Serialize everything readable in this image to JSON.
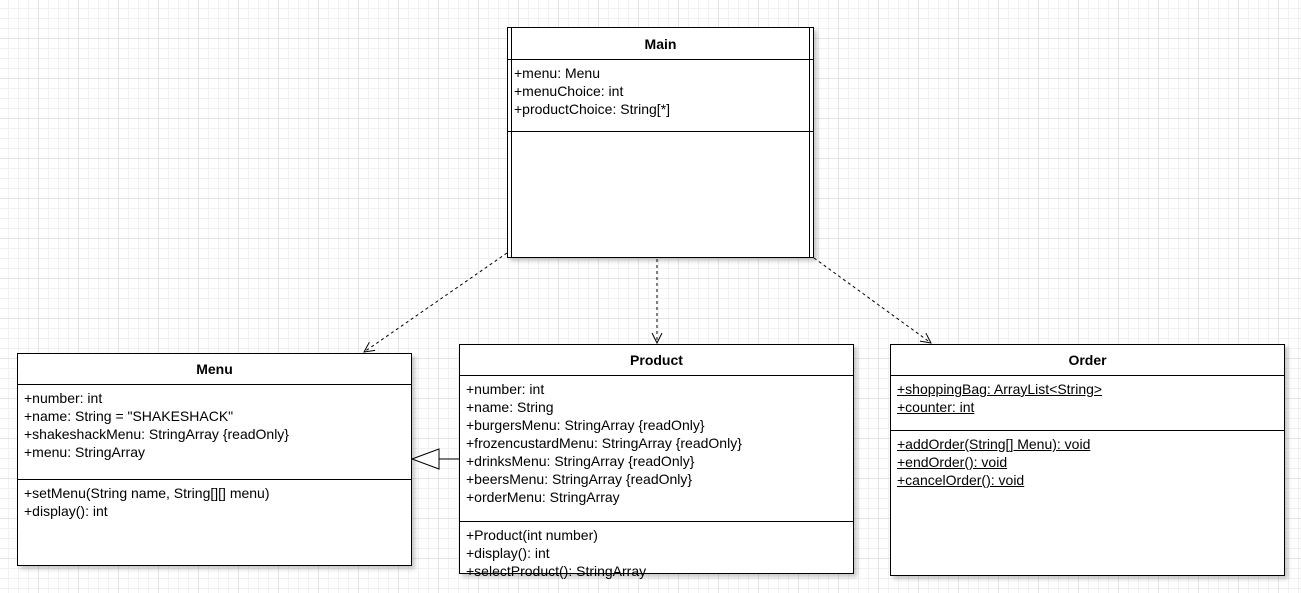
{
  "classes": {
    "main": {
      "name": "Main",
      "attributes": [
        "+menu: Menu",
        "+menuChoice: int",
        "+productChoice: String[*]"
      ],
      "operations": []
    },
    "menu": {
      "name": "Menu",
      "attributes": [
        "+number: int",
        "+name: String = \"SHAKESHACK\"",
        "+shakeshackMenu: StringArray {readOnly}",
        "+menu: StringArray"
      ],
      "operations": [
        "+setMenu(String name, String[][] menu)",
        "+display(): int"
      ]
    },
    "product": {
      "name": "Product",
      "attributes": [
        "+number: int",
        "+name: String",
        "+burgersMenu: StringArray {readOnly}",
        "+frozencustardMenu: StringArray {readOnly}",
        "+drinksMenu: StringArray {readOnly}",
        "+beersMenu: StringArray {readOnly}",
        "+orderMenu: StringArray"
      ],
      "operations": [
        "+Product(int number)",
        "+display(): int",
        "+selectProduct(): StringArray"
      ]
    },
    "order": {
      "name": "Order",
      "attributes": [
        "+shoppingBag: ArrayList<String>",
        "+counter: int"
      ],
      "operations": [
        "+addOrder(String[] Menu): void",
        "+endOrder(): void",
        "+cancelOrder(): void"
      ]
    }
  },
  "relations": [
    {
      "from": "Main",
      "to": "Menu",
      "type": "dependency"
    },
    {
      "from": "Main",
      "to": "Product",
      "type": "dependency"
    },
    {
      "from": "Main",
      "to": "Order",
      "type": "dependency"
    },
    {
      "from": "Product",
      "to": "Menu",
      "type": "generalization"
    }
  ],
  "colors": {
    "line": "#000000",
    "background": "#ffffff",
    "grid": "#e4e4e4"
  }
}
